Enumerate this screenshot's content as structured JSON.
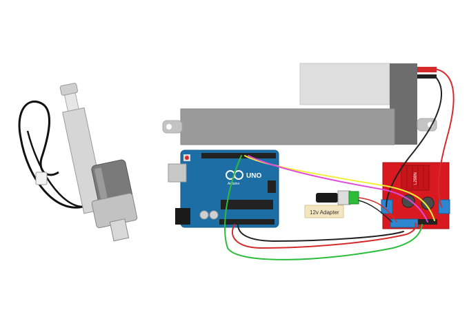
{
  "arduino": {
    "logo_text": "UNO",
    "brand_text": "Arduino"
  },
  "adapter": {
    "label": "12v Adapter"
  },
  "driver": {
    "chip_label": "L298N"
  },
  "colors": {
    "wire_red": "#d42a2a",
    "wire_black": "#222222",
    "wire_green": "#2bbd3a",
    "wire_yellow": "#f2ee3a",
    "wire_magenta": "#e04ad8",
    "arduino_blue": "#1d6ea5",
    "driver_red": "#d8191f",
    "actuator_gray": "#9a9a9a"
  }
}
